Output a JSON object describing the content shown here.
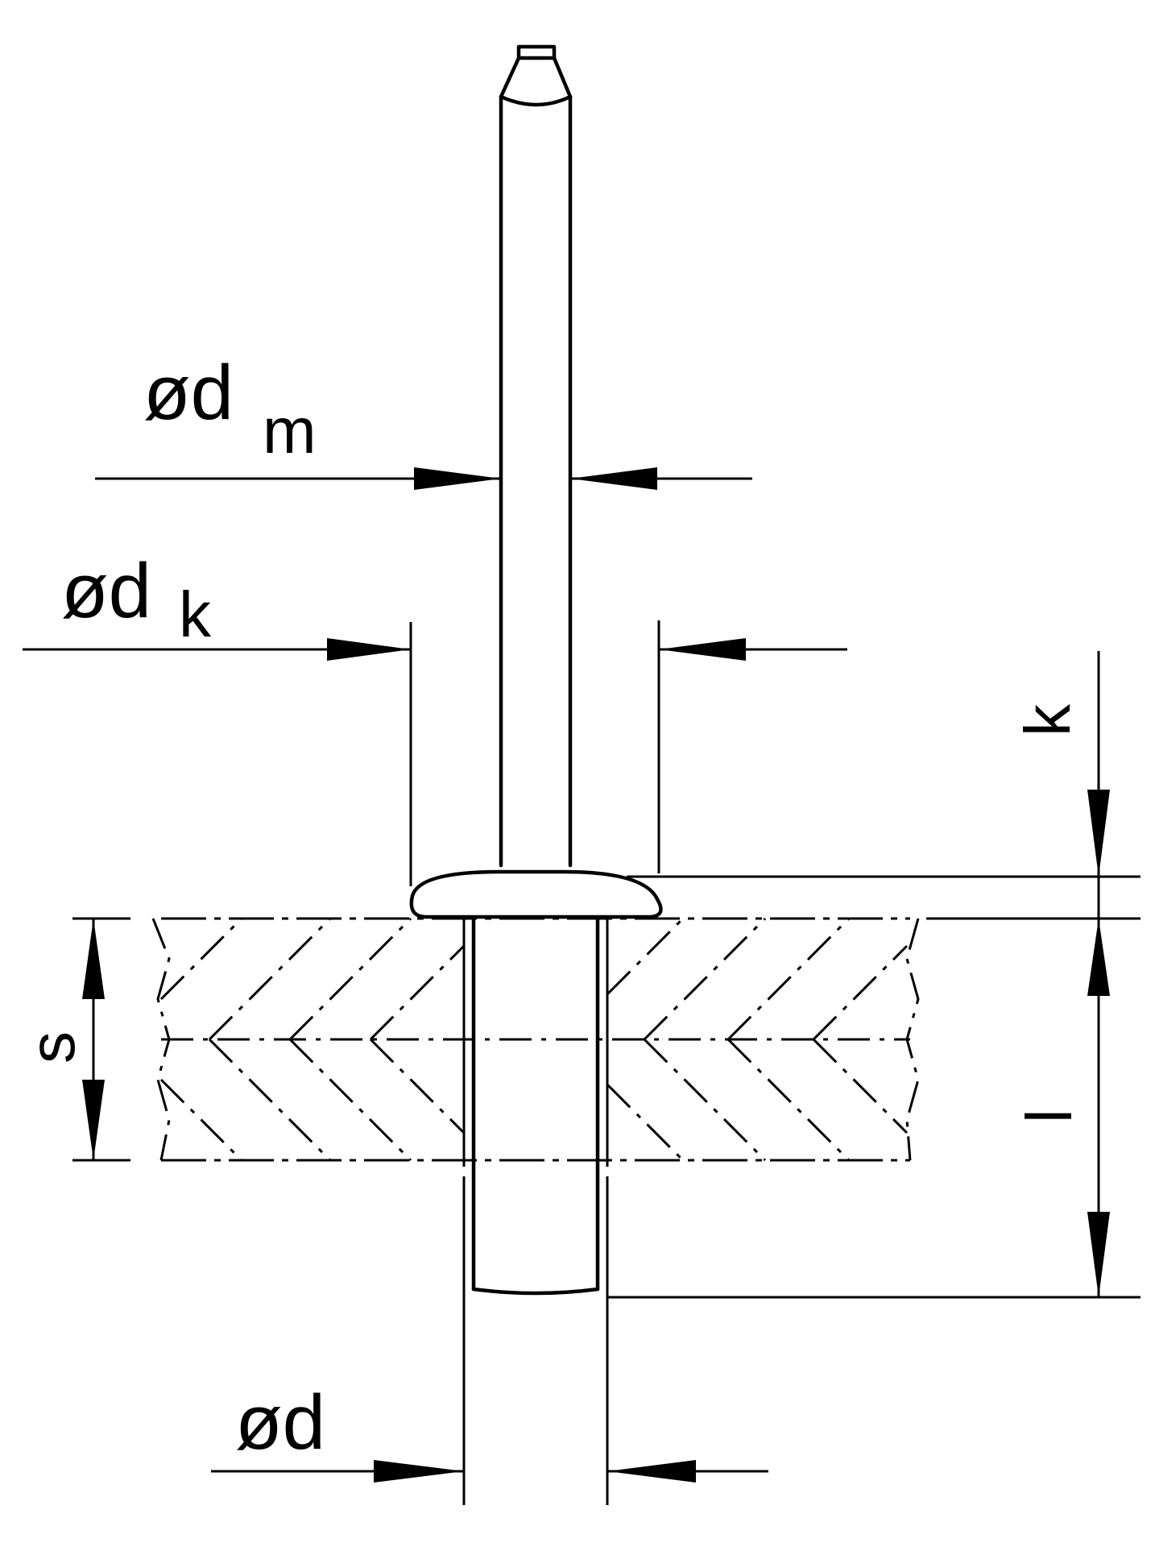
{
  "labels": {
    "dm": "ød",
    "dm_sub": "m",
    "dk": "ød",
    "dk_sub": "k",
    "k": "k",
    "s": "s",
    "l": "l",
    "d": "ød"
  }
}
